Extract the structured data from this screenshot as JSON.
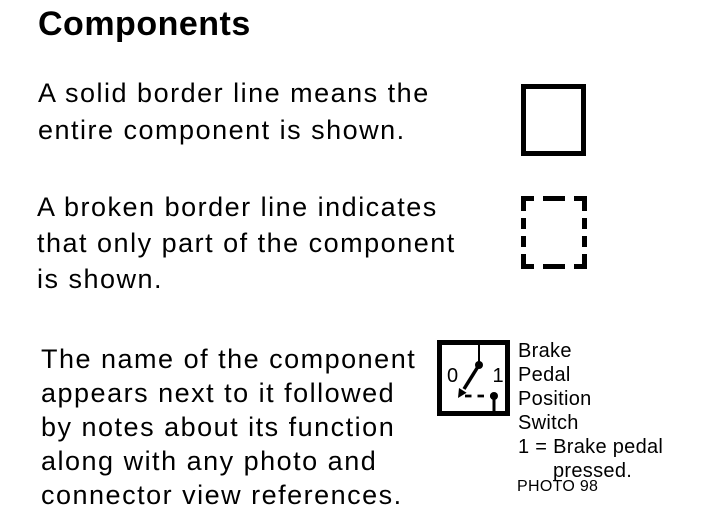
{
  "page": {
    "title": "Components"
  },
  "colors": {
    "ink": "#000000",
    "paper": "#ffffff"
  },
  "legend": [
    {
      "symbol": "solid-border-square",
      "lines": [
        "A solid border line means the",
        "entire component is shown."
      ]
    },
    {
      "symbol": "broken-border-square",
      "lines": [
        "A broken border line indicates",
        "that only part of the component",
        "is shown."
      ]
    },
    {
      "symbol": "switch-example",
      "lines": [
        "The name of the component",
        "appears next to it followed",
        "by notes about its function",
        "along with any photo and",
        "connector view references."
      ]
    }
  ],
  "switch_example": {
    "position_off_label": "0",
    "position_on_label": "1",
    "name_lines": [
      "Brake",
      "Pedal",
      "Position",
      "Switch"
    ],
    "note_lines": [
      "1 = Brake pedal",
      "pressed."
    ],
    "photo_ref": "PHOTO 98"
  }
}
